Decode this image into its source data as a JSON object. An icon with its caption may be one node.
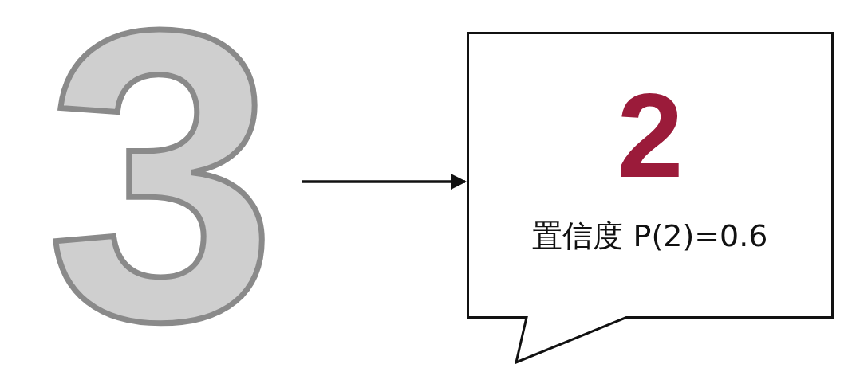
{
  "diagram": {
    "nodes": [
      {
        "text": [
          "3"
        ]
      },
      {
        "text": [
          "2",
          "置信度 P(2)=0.6"
        ]
      }
    ],
    "edges": [
      {
        "from": 0,
        "to": 1,
        "arrow": "to"
      }
    ]
  }
}
